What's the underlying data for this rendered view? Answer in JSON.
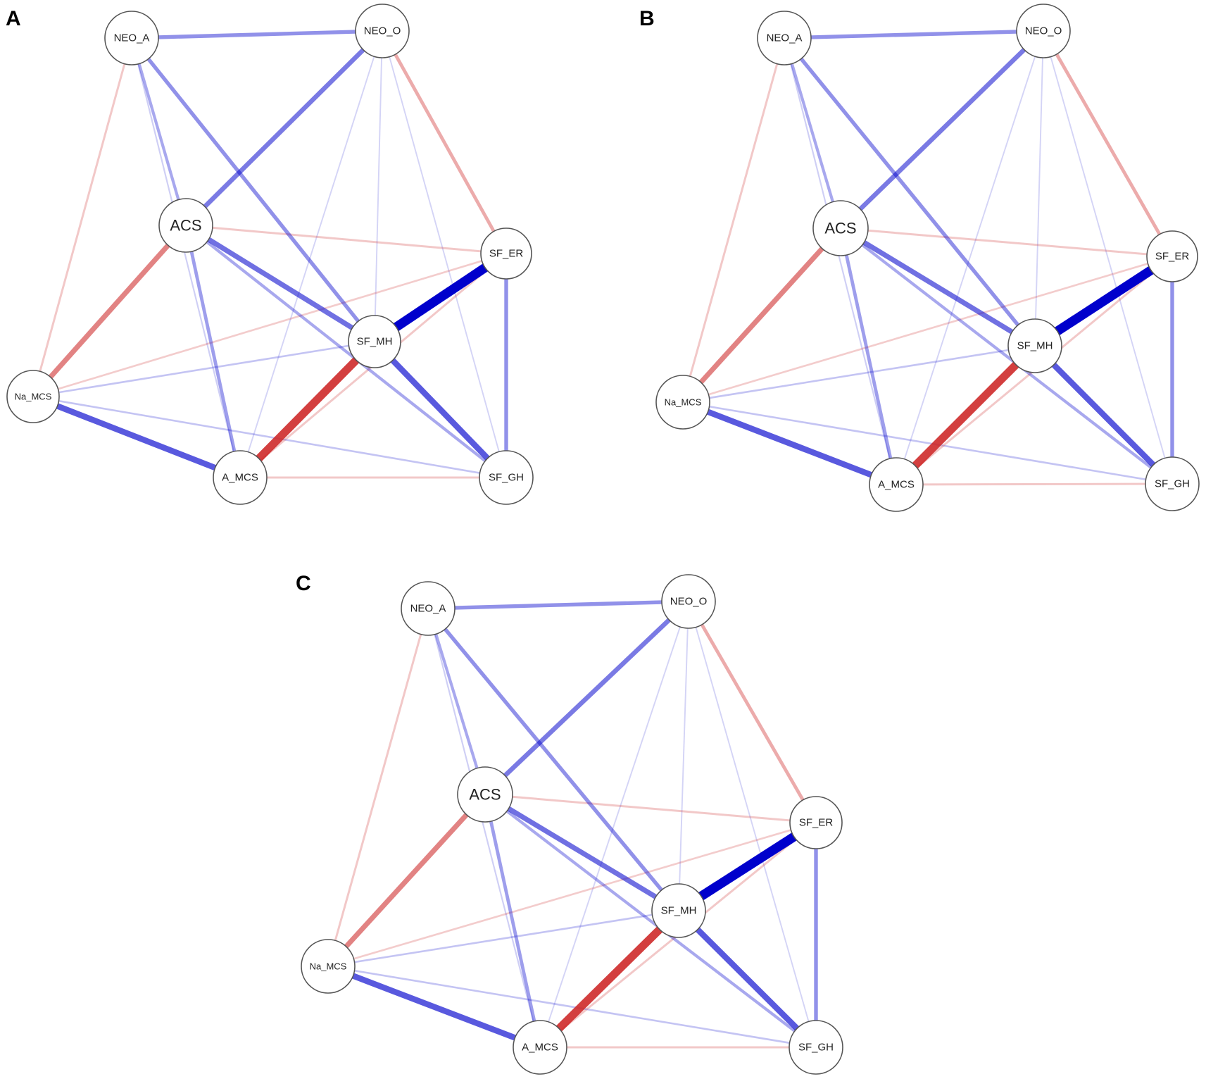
{
  "figure": {
    "panels": [
      {
        "label": "A"
      },
      {
        "label": "B"
      },
      {
        "label": "C"
      }
    ],
    "nodes": {
      "NEO_A": "NEO_A",
      "NEO_O": "NEO_O",
      "ACS": "ACS",
      "SF_ER": "SF_ER",
      "SF_MH": "SF_MH",
      "Na_MCS": "Na_MCS",
      "A_MCS": "A_MCS",
      "SF_GH": "SF_GH"
    },
    "colors": {
      "positive_edge": "#0000cc",
      "negative_edge": "#cc2222",
      "node_fill": "#ffffff",
      "node_stroke": "#555555"
    },
    "edges": [
      {
        "from": "NEO_A",
        "to": "NEO_O",
        "sign": "positive",
        "strength": 0.35
      },
      {
        "from": "NEO_A",
        "to": "ACS",
        "sign": "positive",
        "strength": 0.25
      },
      {
        "from": "NEO_A",
        "to": "SF_MH",
        "sign": "positive",
        "strength": 0.35
      },
      {
        "from": "NEO_A",
        "to": "Na_MCS",
        "sign": "negative",
        "strength": 0.15
      },
      {
        "from": "NEO_A",
        "to": "A_MCS",
        "sign": "positive",
        "strength": 0.08
      },
      {
        "from": "NEO_O",
        "to": "ACS",
        "sign": "positive",
        "strength": 0.45
      },
      {
        "from": "NEO_O",
        "to": "SF_ER",
        "sign": "negative",
        "strength": 0.3
      },
      {
        "from": "NEO_O",
        "to": "SF_MH",
        "sign": "positive",
        "strength": 0.06
      },
      {
        "from": "NEO_O",
        "to": "A_MCS",
        "sign": "positive",
        "strength": 0.06
      },
      {
        "from": "NEO_O",
        "to": "SF_GH",
        "sign": "positive",
        "strength": 0.06
      },
      {
        "from": "ACS",
        "to": "SF_ER",
        "sign": "negative",
        "strength": 0.15
      },
      {
        "from": "ACS",
        "to": "SF_MH",
        "sign": "positive",
        "strength": 0.5
      },
      {
        "from": "ACS",
        "to": "Na_MCS",
        "sign": "negative",
        "strength": 0.5
      },
      {
        "from": "ACS",
        "to": "A_MCS",
        "sign": "positive",
        "strength": 0.3
      },
      {
        "from": "ACS",
        "to": "SF_GH",
        "sign": "positive",
        "strength": 0.25
      },
      {
        "from": "SF_ER",
        "to": "SF_MH",
        "sign": "positive",
        "strength": 1.0
      },
      {
        "from": "SF_ER",
        "to": "SF_GH",
        "sign": "positive",
        "strength": 0.35
      },
      {
        "from": "SF_ER",
        "to": "Na_MCS",
        "sign": "negative",
        "strength": 0.12
      },
      {
        "from": "SF_ER",
        "to": "A_MCS",
        "sign": "negative",
        "strength": 0.15
      },
      {
        "from": "SF_MH",
        "to": "A_MCS",
        "sign": "negative",
        "strength": 0.85
      },
      {
        "from": "SF_MH",
        "to": "SF_GH",
        "sign": "positive",
        "strength": 0.6
      },
      {
        "from": "SF_MH",
        "to": "Na_MCS",
        "sign": "positive",
        "strength": 0.12
      },
      {
        "from": "Na_MCS",
        "to": "A_MCS",
        "sign": "positive",
        "strength": 0.6
      },
      {
        "from": "Na_MCS",
        "to": "SF_GH",
        "sign": "positive",
        "strength": 0.12
      },
      {
        "from": "A_MCS",
        "to": "SF_GH",
        "sign": "negative",
        "strength": 0.15
      }
    ]
  }
}
